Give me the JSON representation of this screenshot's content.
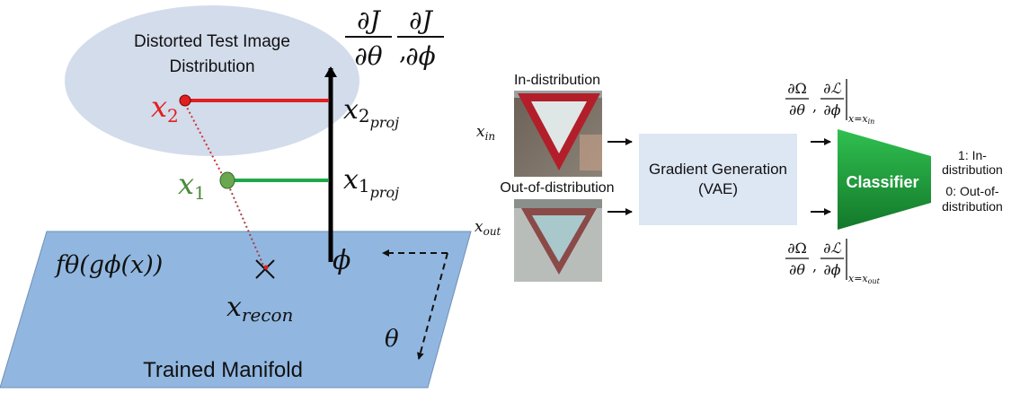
{
  "left_panel": {
    "ellipse_label_line1": "Distorted Test Image",
    "ellipse_label_line2": "Distribution",
    "manifold_label": "Trained Manifold",
    "x2": "x",
    "x2_sub": "2",
    "x1": "x",
    "x1_sub": "1",
    "x2_proj": "x",
    "x2_proj_sub": "2",
    "x2_proj_subsub": "proj",
    "x1_proj": "x",
    "x1_proj_sub": "1",
    "x1_proj_subsub": "proj",
    "recon_fn": "fθ(gϕ(x))",
    "x_recon": "x",
    "x_recon_sub": "recon",
    "phi": "ϕ",
    "theta": "θ",
    "grad_top_num1": "∂J",
    "grad_top_den1": "∂θ",
    "grad_sep": ",",
    "grad_top_num2": "∂J",
    "grad_top_den2": "∂ϕ",
    "colors": {
      "ellipse": "#d3dceb",
      "manifold": "#91b7e0",
      "red": "#e02020",
      "green": "#4a9a3e",
      "line_green": "#1fa84a"
    }
  },
  "right_panel": {
    "in_title": "In-distribution",
    "out_title": "Out-of-distribution",
    "x_in": "x",
    "x_in_sub": "in",
    "x_out": "x",
    "x_out_sub": "out",
    "gen_box_line1": "Gradient Generation",
    "gen_box_line2": "(VAE)",
    "classifier_label": "Classifier",
    "out1_line1": "1: In-",
    "out1_line2": "distribution",
    "out0_line1": "0: Out-of-",
    "out0_line2": "distribution",
    "grad_num1": "∂Ω",
    "grad_den1": "∂θ",
    "grad_sep": ",",
    "grad_num2": "∂ℒ",
    "grad_den2": "∂ϕ",
    "grad_in_sub": "x=x",
    "grad_in_subsub": "in",
    "grad_out_sub": "x=x",
    "grad_out_subsub": "out",
    "colors": {
      "box": "#dde6f3",
      "classifier": "#1e9a3a"
    }
  }
}
